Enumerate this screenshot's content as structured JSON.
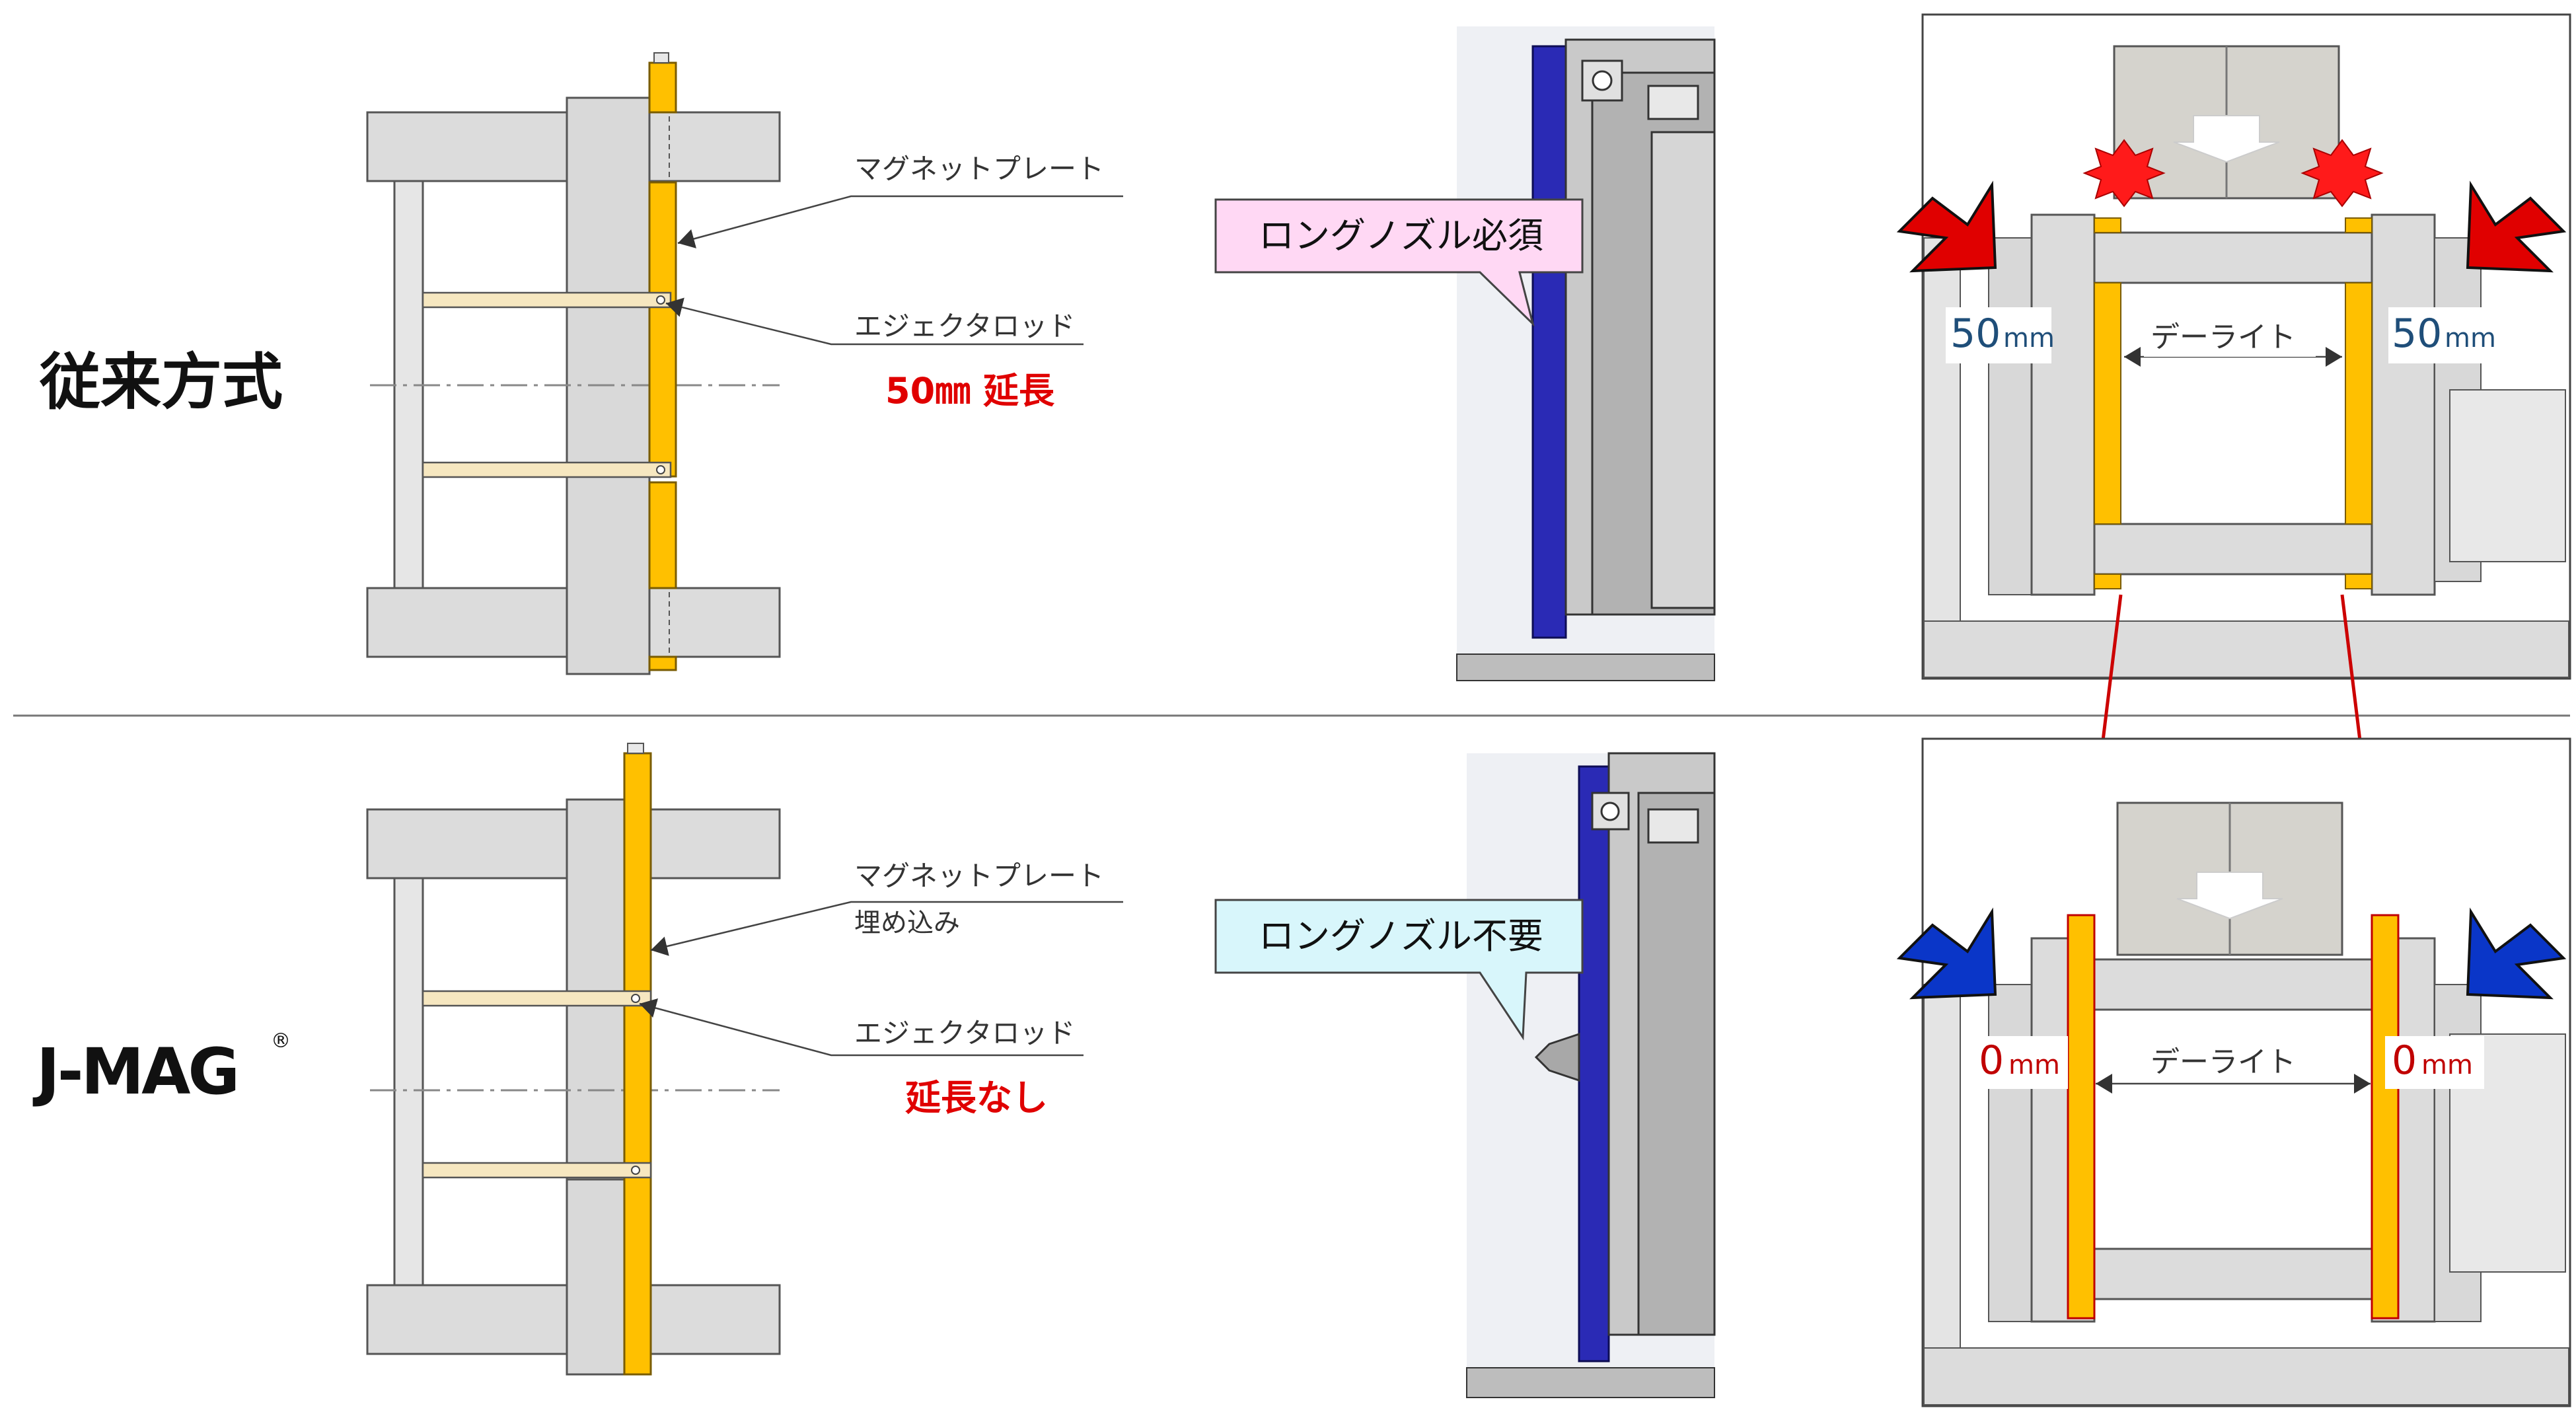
{
  "top": {
    "method_label": "従来方式",
    "plate_label": "マグネットプレート",
    "rod_label": "エジェクタロッド",
    "extension": "50㎜ 延長",
    "nozzle_callout": "ロングノズル必須",
    "left_dim": "50",
    "right_dim": "50",
    "unit": "mm",
    "daylight": "デーライト"
  },
  "bottom": {
    "method_label": "J-MAG",
    "registered_mark": "®",
    "plate_label": "マグネットプレート",
    "plate_sub": "埋め込み",
    "rod_label": "エジェクタロッド",
    "extension": "延長なし",
    "nozzle_callout": "ロングノズル不要",
    "left_dim": "0",
    "right_dim": "0",
    "unit": "mm",
    "daylight": "デーライト"
  },
  "colors": {
    "plate_yellow": "#ffc000",
    "emphasis_red": "#e00000",
    "dim_blue": "#1f4e79",
    "dim_red": "#c00000",
    "arrow_red": "#e00000",
    "arrow_blue": "#0a36c8",
    "callout_pink": "#ffd8f4",
    "callout_cyan": "#d8f6fb",
    "machine_blue": "#2a2ab5"
  },
  "icons": {
    "top_clamp_arrows": "red-arrow-icon",
    "bottom_clamp_arrows": "blue-arrow-icon",
    "collision_marks": "burst-icon",
    "load_arrow": "down-arrow-icon"
  }
}
